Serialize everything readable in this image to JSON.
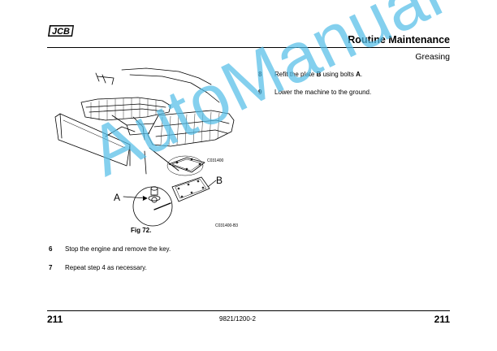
{
  "header": {
    "logo_text": "JCB",
    "title": "Routine Maintenance",
    "subtitle": "Greasing"
  },
  "steps_right": [
    {
      "num": "8",
      "text_pre": "Refit the plate ",
      "bold1": "B",
      "text_mid": " using bolts ",
      "bold2": "A",
      "text_post": "."
    },
    {
      "num": "9",
      "text": "Lower the machine to the ground."
    }
  ],
  "steps_left": [
    {
      "num": "6",
      "text": "Stop the engine and remove the key."
    },
    {
      "num": "7",
      "text": "Repeat step 4 as necessary."
    }
  ],
  "figure": {
    "caption": "Fig 72.",
    "code_top": "C031400",
    "code_bottom": "C031400-B3",
    "label_a": "A",
    "label_b": "B"
  },
  "footer": {
    "page_left": "211",
    "doc_number": "9821/1200-2",
    "page_right": "211"
  },
  "watermark": "AutoManual"
}
